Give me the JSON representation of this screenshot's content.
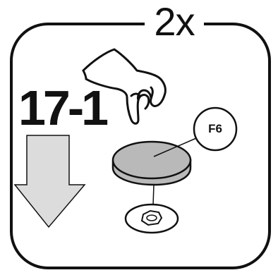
{
  "step": {
    "multiplier": "2x",
    "number": "17-1"
  },
  "part": {
    "callout": "F6"
  },
  "colors": {
    "outline": "#111111",
    "arrow_fill": "#dcdcdc",
    "disc_fill": "#b9b9b9",
    "background": "#ffffff"
  },
  "icons": [
    "hand-icon",
    "down-arrow-icon",
    "felt-pad-icon",
    "mounting-point-icon"
  ]
}
